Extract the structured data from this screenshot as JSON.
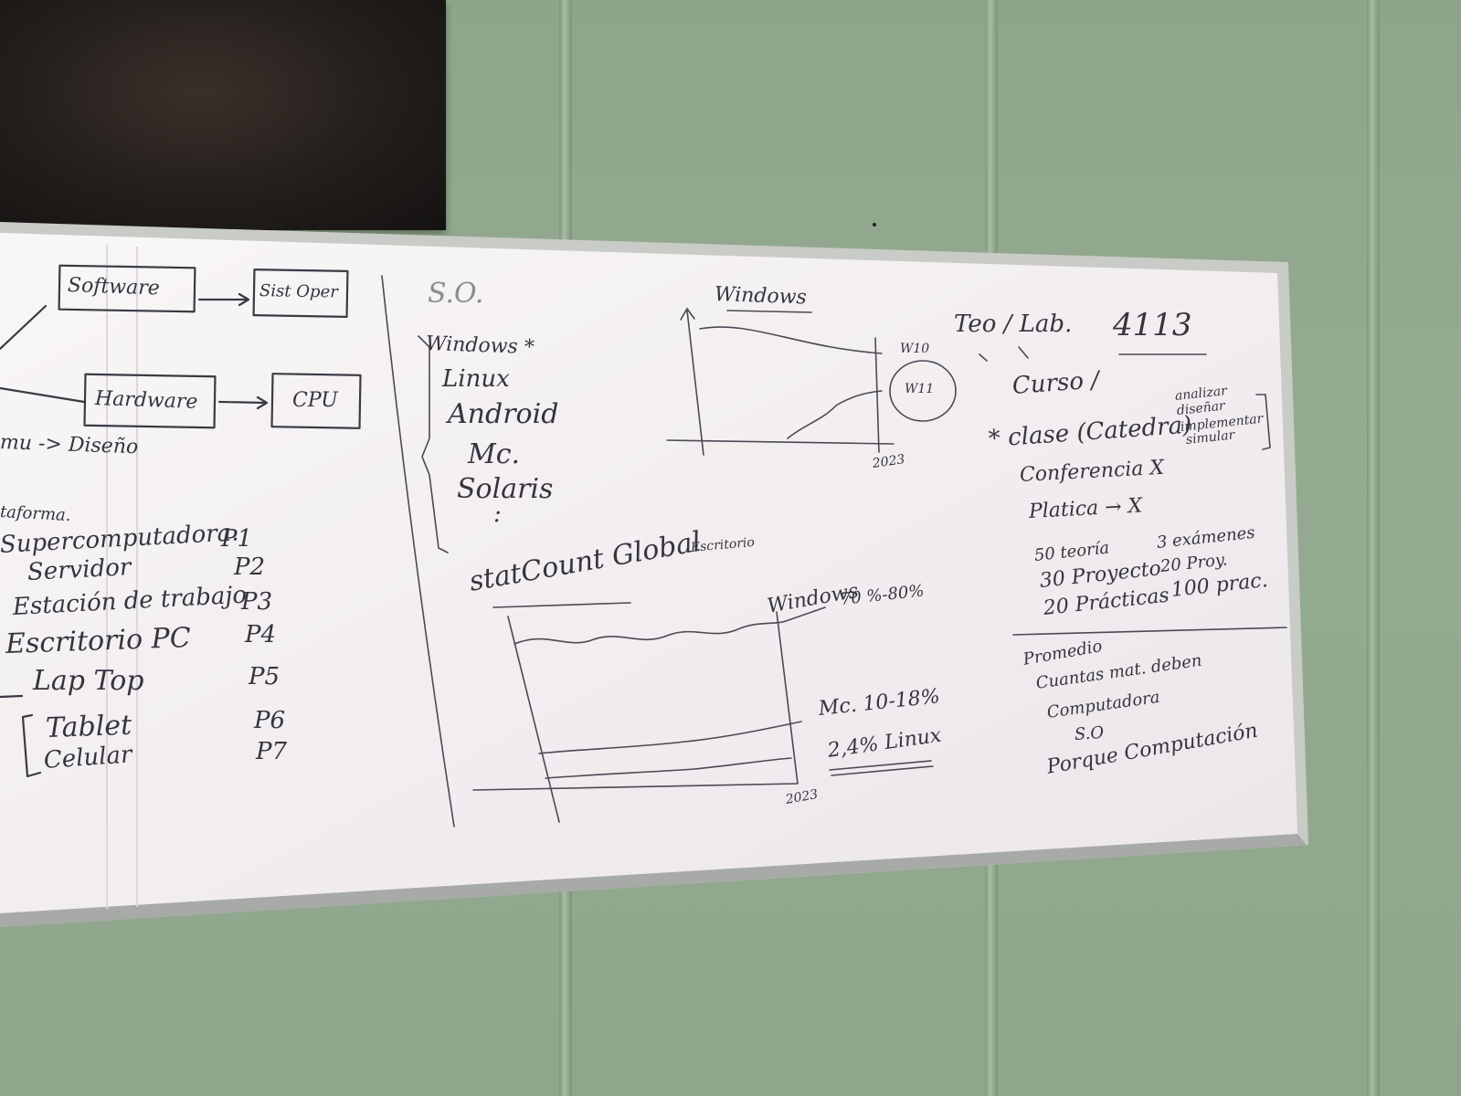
{
  "board": {
    "left_column": {
      "software": "Software",
      "sist_oper": "Sist Oper",
      "hardware": "Hardware",
      "cpu": "CPU",
      "diseno": "mu -> Diseño",
      "plataforma": "taforma.",
      "items": [
        {
          "label": "Supercomputadora.",
          "code": "P1"
        },
        {
          "label": "Servidor",
          "code": "P2"
        },
        {
          "label": "Estación de trabajo",
          "code": "P3"
        },
        {
          "label": "Escritorio PC",
          "code": "P4"
        },
        {
          "label": "Lap Top",
          "code": "P5"
        },
        {
          "label": "Tablet",
          "code": "P6"
        },
        {
          "label": "Celular",
          "code": "P7"
        }
      ]
    },
    "so_list": {
      "title": "S.O.",
      "items": [
        "Windows *",
        "Linux",
        "Android",
        "Mc.",
        "Solaris",
        ":"
      ]
    },
    "windows_chart": {
      "title": "Windows",
      "line1": "W10",
      "line2": "W11",
      "year": "2023"
    },
    "statcounter": {
      "title": "statCount Global",
      "subtitle": "Escritorio",
      "windows": "Windows",
      "windows_pct": "70 %-80%",
      "mac": "Mc. 10-18%",
      "linux": "2,4% Linux",
      "year": "2023"
    },
    "course": {
      "teo_lab": "Teo / Lab.",
      "room": "4113",
      "curso": "Curso /",
      "clase": "* clase (Catedra)",
      "verbs": [
        "analizar",
        "diseñar",
        "implementar",
        "simular"
      ],
      "conferencia": "Conferencia X",
      "platica": "Platica → X",
      "grading_left": [
        "50 teoría",
        "30 Proyecto",
        "20 Prácticas"
      ],
      "grading_right": [
        "3 exámenes",
        "20 Proy.",
        "100 prac."
      ],
      "notes": [
        "Promedio",
        "Cuantas mat. deben",
        "Computadora",
        "S.O",
        "Porque Computación"
      ]
    }
  }
}
